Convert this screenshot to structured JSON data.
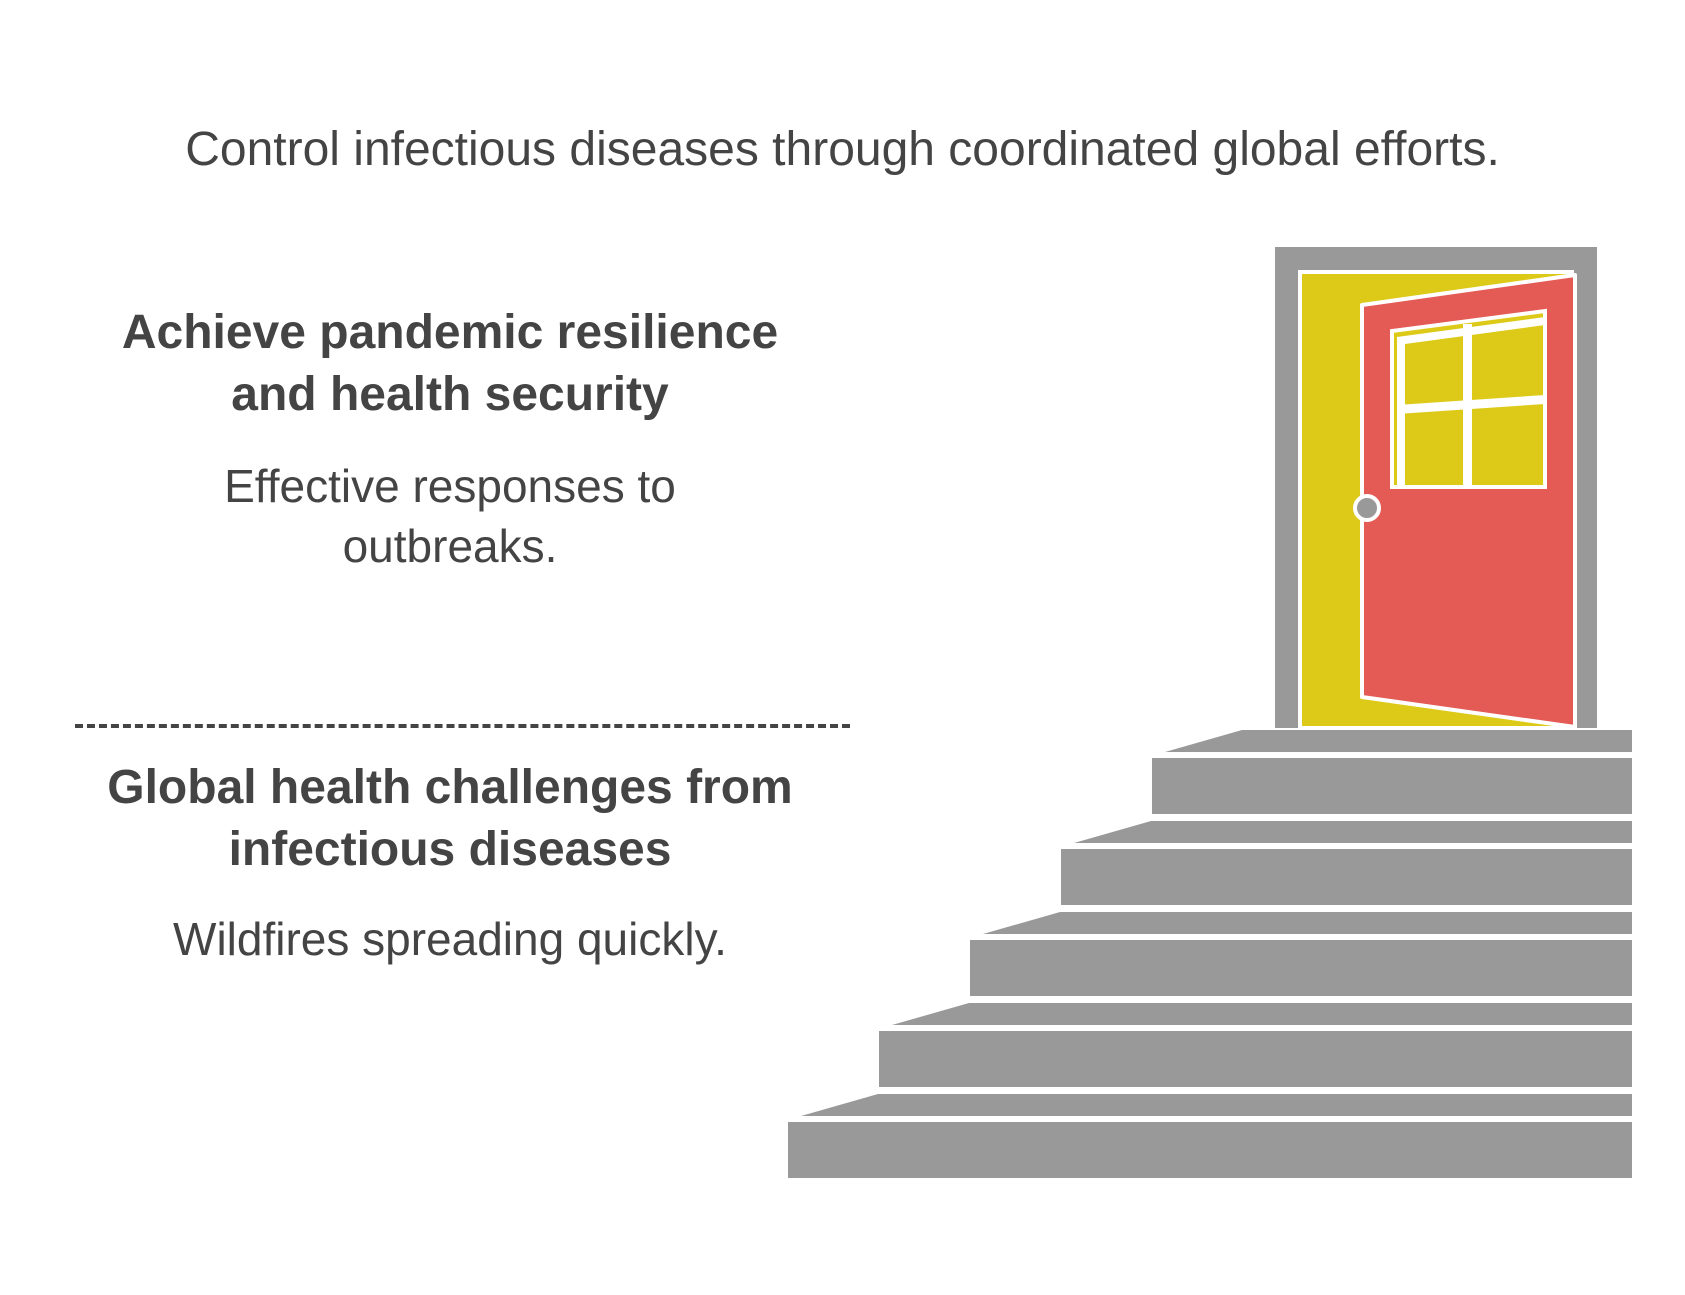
{
  "title": "Control infectious diseases through coordinated global efforts.",
  "goal": {
    "heading_line1": "Achieve pandemic resilience",
    "heading_line2": "and health security",
    "desc_line1": "Effective responses to",
    "desc_line2": "outbreaks."
  },
  "challenge": {
    "heading_line1": "Global health challenges from",
    "heading_line2": "infectious diseases",
    "desc_line1": "Wildfires spreading quickly."
  },
  "colors": {
    "text": "#444444",
    "stairs": "#999999",
    "frame": "#999999",
    "door": "#e45a55",
    "doorway": "#ddca18",
    "window_glass": "#ddca18"
  },
  "icons": [
    "staircase-icon",
    "open-door-icon",
    "door-window-icon",
    "door-knob-icon"
  ]
}
